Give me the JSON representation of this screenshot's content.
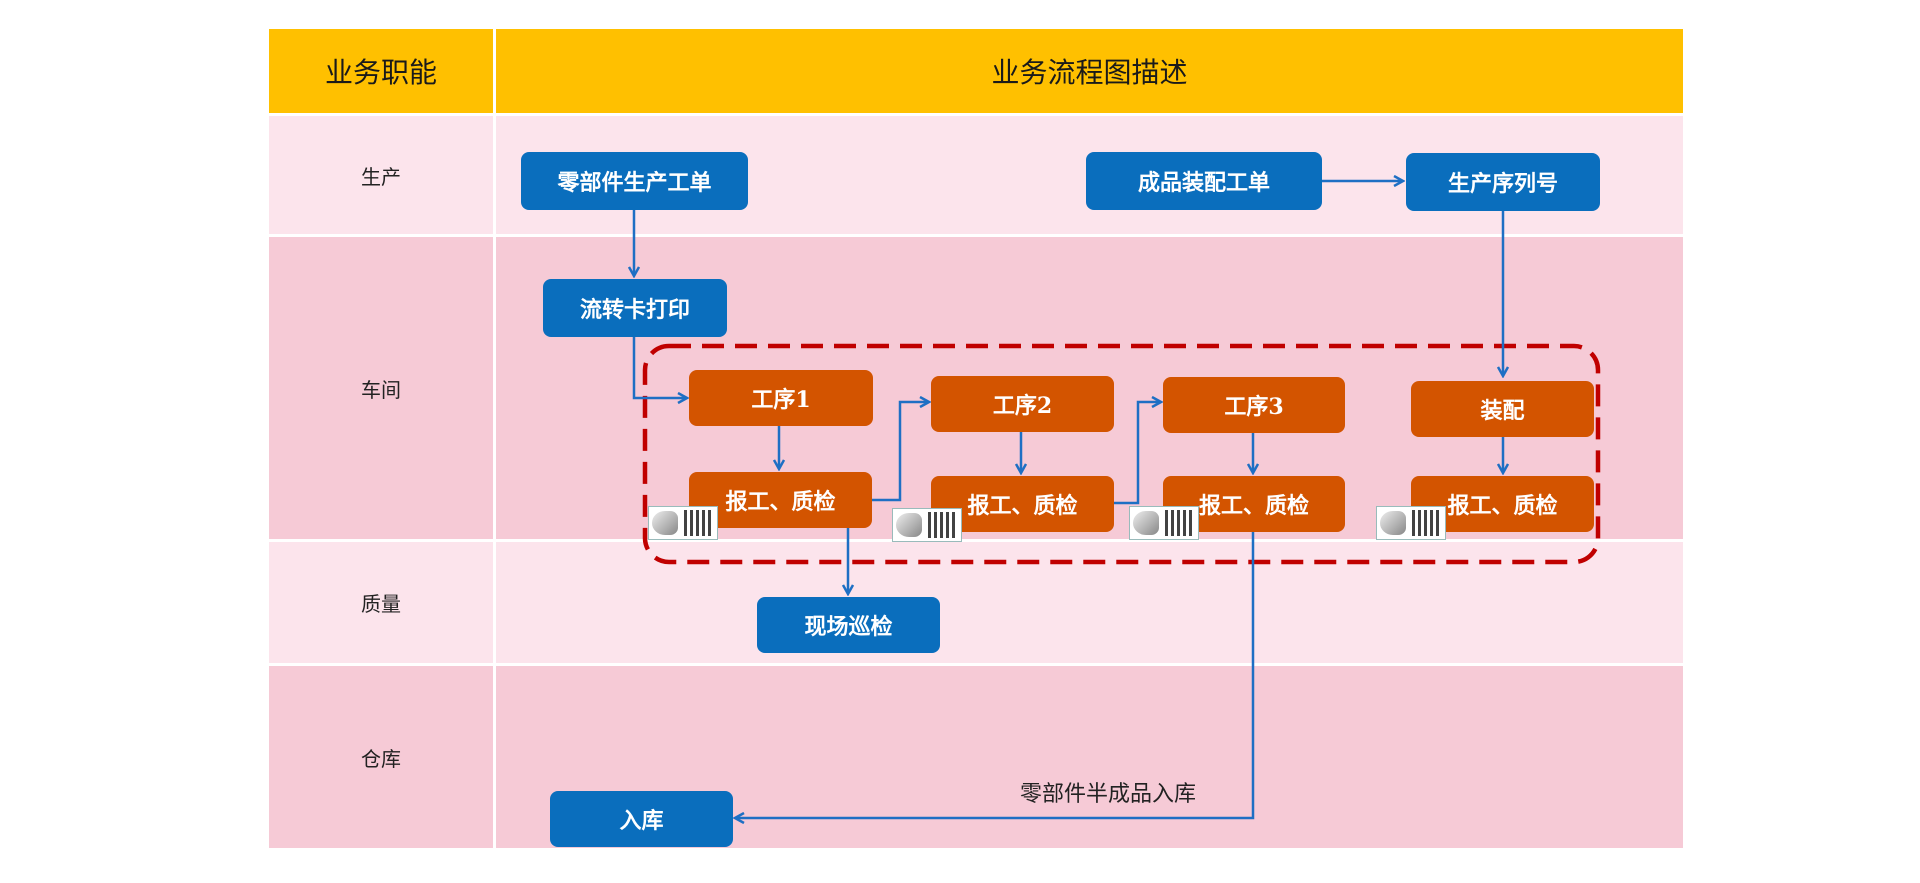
{
  "header": {
    "col1": "业务职能",
    "col2": "业务流程图描述"
  },
  "lanes": [
    {
      "label": "生产"
    },
    {
      "label": "车间"
    },
    {
      "label": "质量"
    },
    {
      "label": "仓库"
    }
  ],
  "nodes": {
    "part_order": "零部件生产工单",
    "assembly_order": "成品装配工单",
    "serial_no": "生产序列号",
    "card_print": "流转卡打印",
    "proc1": "工序1",
    "proc2": "工序2",
    "proc3": "工序3",
    "assembly": "装配",
    "report1": "报工、质检",
    "report2": "报工、质检",
    "report3": "报工、质检",
    "report4": "报工、质检",
    "inspection": "现场巡检",
    "warehouse_in": "入库"
  },
  "annotations": {
    "semi_finished_in": "零部件半成品入库"
  },
  "colors": {
    "header": "#FFC000",
    "lane_light": "#FCE4EC",
    "lane_dark": "#F6CAD6",
    "node_blue": "#0A6EBD",
    "node_orange": "#D35400",
    "arrow": "#1E6FC4",
    "group_border": "#C00000"
  },
  "icons": [
    "scanner-qrcode-icon"
  ]
}
